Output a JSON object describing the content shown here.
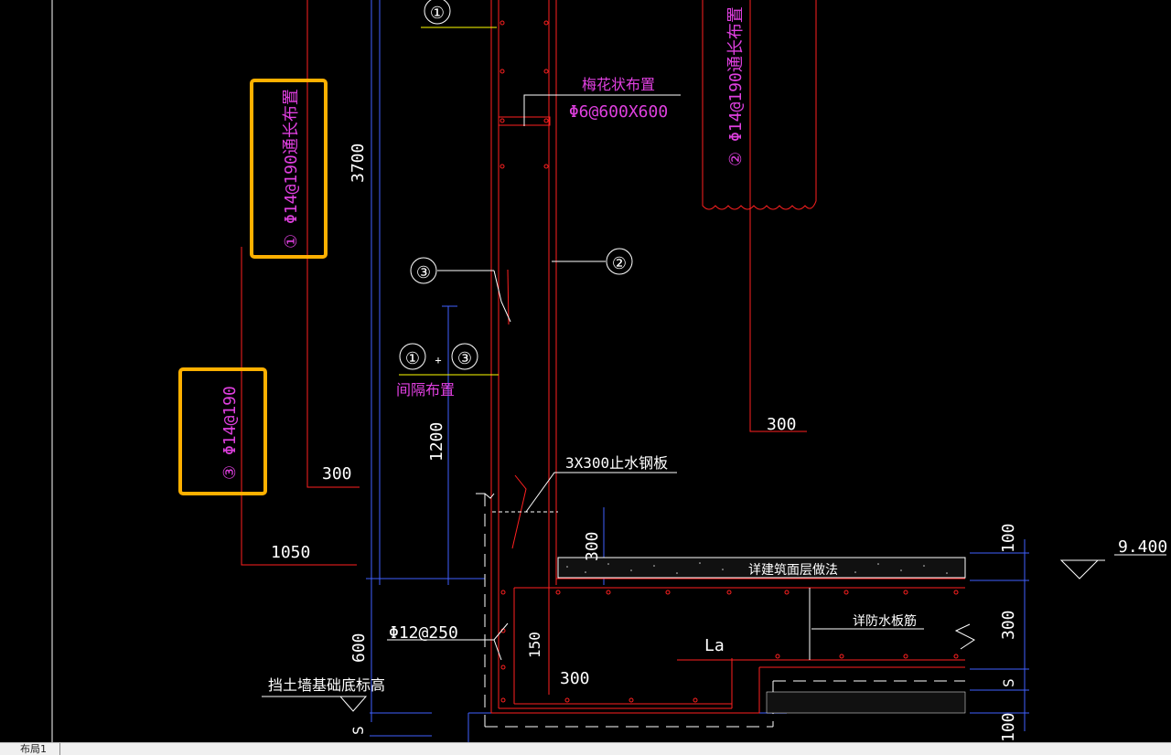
{
  "labels": {
    "t1": "①",
    "t2": "②",
    "t3": "③",
    "t1b": "①",
    "plus": "+",
    "t3b": "③",
    "plum_title": "梅花状布置",
    "plum_spec": "Φ6@600X600",
    "rebar1": "① Φ14@190通长布置",
    "rebar2": "② Φ14@190通长布置",
    "rebar3": "③ Φ14@190",
    "interval": "间隔布置",
    "dim3700": "3700",
    "dim300a": "300",
    "dim300b": "300",
    "dim1050": "1050",
    "dim1200": "1200",
    "dim300c": "300",
    "steel": "3X300止水钢板",
    "floor": "详建筑面层做法",
    "waterproof": "详防水板筋",
    "phi12": "Φ12@250",
    "la": "La",
    "dim150": "150",
    "dim300d": "300",
    "dim600": "600",
    "dim100": "100",
    "dim300e": "300",
    "dims": "S",
    "dims2": "S",
    "dim100b": "100",
    "elev": "9.400",
    "base": "挡土墙基础底标高"
  },
  "tab": {
    "label": "布局1"
  },
  "colors": {
    "background": "#000000",
    "red": "#ff2020",
    "magenta": "#e040e0",
    "yellow": "#ffff00",
    "blue": "#4060ff",
    "white": "#ffffff",
    "highlight": "#ffb000"
  }
}
